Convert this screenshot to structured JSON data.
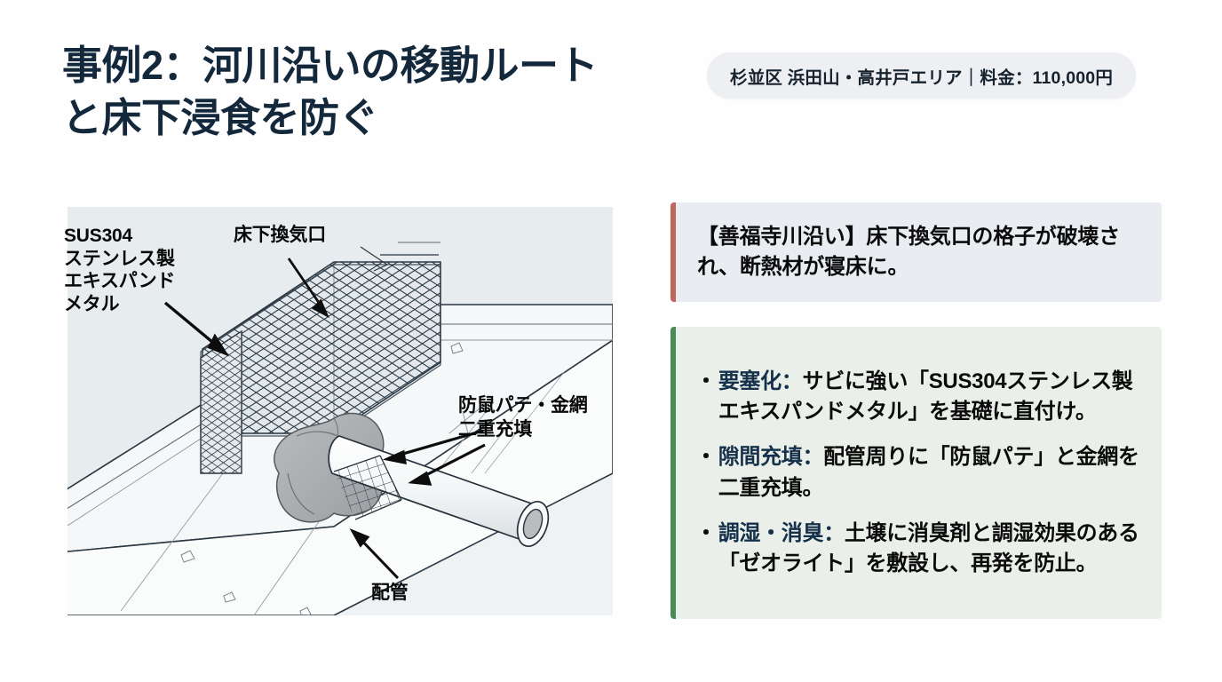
{
  "header": {
    "title": "事例2：河川沿いの移動ルート\nと床下浸食を防ぐ",
    "badge": "杉並区 浜田山・高井戸エリア｜料金：110,000円"
  },
  "diagram": {
    "labels": {
      "expanded_metal": "SUS304\nステンレス製\nエキスパンド\nメタル",
      "vent_opening": "床下換気口",
      "putty_mesh": "防鼠パテ・金網\n二重充填",
      "pipe": "配管"
    }
  },
  "problem_box": {
    "accent_color": "#c0665c",
    "background_color": "#e9edf1",
    "text": "【善福寺川沿い】床下換気口の格子が破壊され、断熱材が寝床に。"
  },
  "measures_box": {
    "accent_color": "#4a8b5a",
    "background_color": "#eaf0e9",
    "bullet_marker": "・",
    "items": [
      {
        "keyword": "要塞化：",
        "detail": "サビに強い「SUS304ステンレス製エキスパンドメタル」を基礎に直付け。"
      },
      {
        "keyword": "隙間充填：",
        "detail": "配管周りに「防鼠パテ」と金網を二重充填。"
      },
      {
        "keyword": "調湿・消臭：",
        "detail": "土壌に消臭剤と調湿効果のある「ゼオライト」を敷設し、再発を防止。"
      }
    ]
  },
  "colors": {
    "title": "#14283c",
    "keyword": "#15304a",
    "badge_bg": "#edeff2",
    "panel_bg": "#e7ecef"
  }
}
